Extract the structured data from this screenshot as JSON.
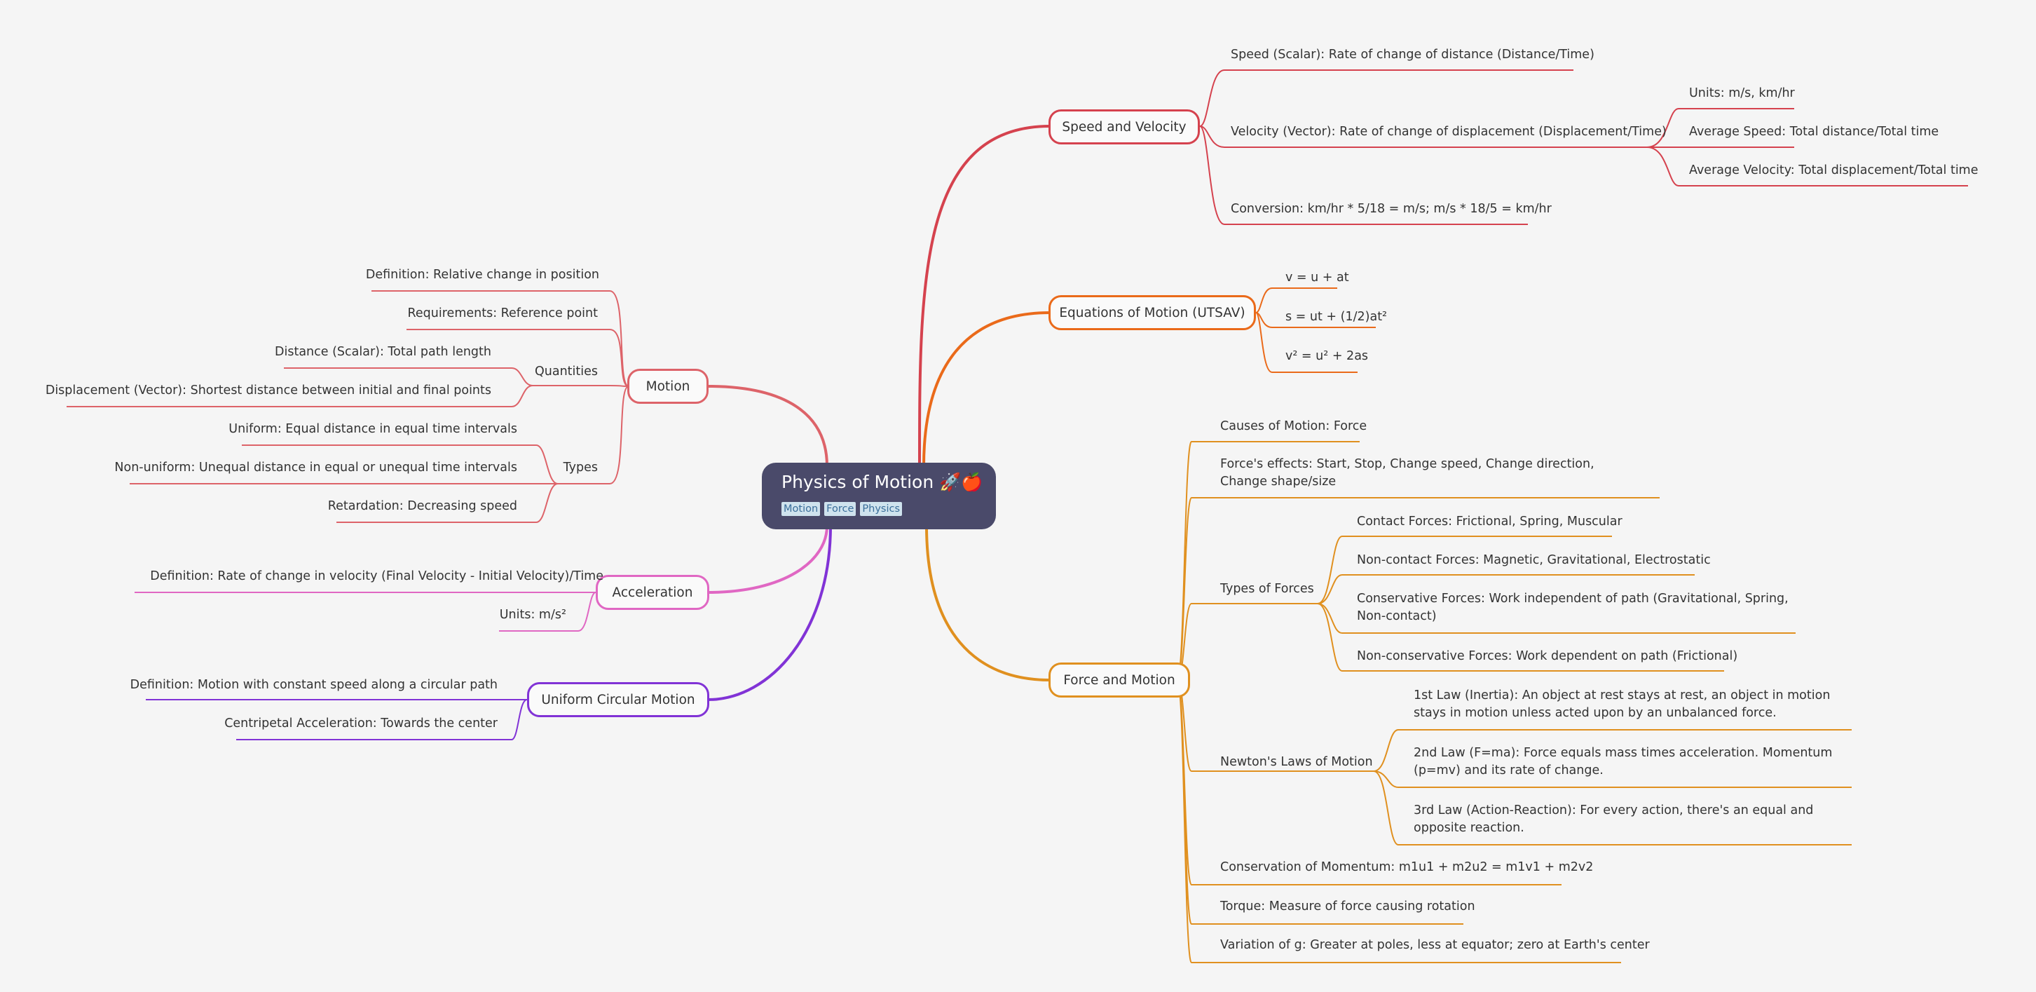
{
  "root": {
    "title": "Physics of Motion 🚀🍎",
    "tags": [
      "Motion",
      "Force",
      "Physics"
    ]
  },
  "colors": {
    "root": "#4a4a6a",
    "speed_velocity": "#d5424e",
    "equations": "#ea6a1a",
    "force_motion": "#e0901f",
    "motion": "#dd6369",
    "acceleration": "#e067c3",
    "circular": "#8133d6"
  },
  "speed_velocity": {
    "label": "Speed and Velocity",
    "speed": "Speed (Scalar): Rate of change of distance (Distance/Time)",
    "velocity": "Velocity (Vector): Rate of change of displacement (Displacement/Time)",
    "units": "Units: m/s, km/hr",
    "avg_speed": "Average Speed: Total distance/Total time",
    "avg_velocity": "Average Velocity: Total displacement/Total time",
    "conversion": "Conversion: km/hr * 5/18 = m/s; m/s * 18/5 = km/hr"
  },
  "equations": {
    "label": "Equations of Motion (UTSAV)",
    "eq1": "v = u + at",
    "eq2": "s = ut + (1/2)at²",
    "eq3": "v² = u² + 2as"
  },
  "force_motion": {
    "label": "Force and Motion",
    "causes": "Causes of Motion: Force",
    "effects": "Force's effects: Start, Stop, Change speed, Change direction, Change shape/size",
    "types_label": "Types of Forces",
    "contact": "Contact Forces: Frictional, Spring, Muscular",
    "noncontact": "Non-contact Forces: Magnetic, Gravitational, Electrostatic",
    "conservative": "Conservative Forces: Work independent of path (Gravitational, Spring, Non-contact)",
    "nonconservative": "Non-conservative Forces: Work dependent on path (Frictional)",
    "newton_label": "Newton's Laws of Motion",
    "law1": "1st Law (Inertia): An object at rest stays at rest, an object in motion stays in motion unless acted upon by an unbalanced force.",
    "law2": "2nd Law (F=ma): Force equals mass times acceleration.  Momentum (p=mv) and its rate of change.",
    "law3": "3rd Law (Action-Reaction): For every action, there's an equal and opposite reaction.",
    "momentum": "Conservation of Momentum: m1u1 + m2u2 = m1v1 + m2v2",
    "torque": "Torque: Measure of force causing rotation",
    "gravity": "Variation of g: Greater at poles, less at equator; zero at Earth's center"
  },
  "motion": {
    "label": "Motion",
    "definition": "Definition: Relative change in position",
    "requirements": "Requirements: Reference point",
    "quantities_label": "Quantities",
    "distance": "Distance (Scalar): Total path length",
    "displacement": "Displacement (Vector): Shortest distance between initial and final points",
    "types_label": "Types",
    "uniform": "Uniform: Equal distance in equal time intervals",
    "nonuniform": "Non-uniform: Unequal distance in equal or unequal time intervals",
    "retardation": "Retardation: Decreasing speed"
  },
  "acceleration": {
    "label": "Acceleration",
    "definition": "Definition: Rate of change in velocity (Final Velocity - Initial Velocity)/Time",
    "units": "Units: m/s²"
  },
  "circular": {
    "label": "Uniform Circular Motion",
    "definition": "Definition: Motion with constant speed along a circular path",
    "centripetal": "Centripetal Acceleration: Towards the center"
  }
}
